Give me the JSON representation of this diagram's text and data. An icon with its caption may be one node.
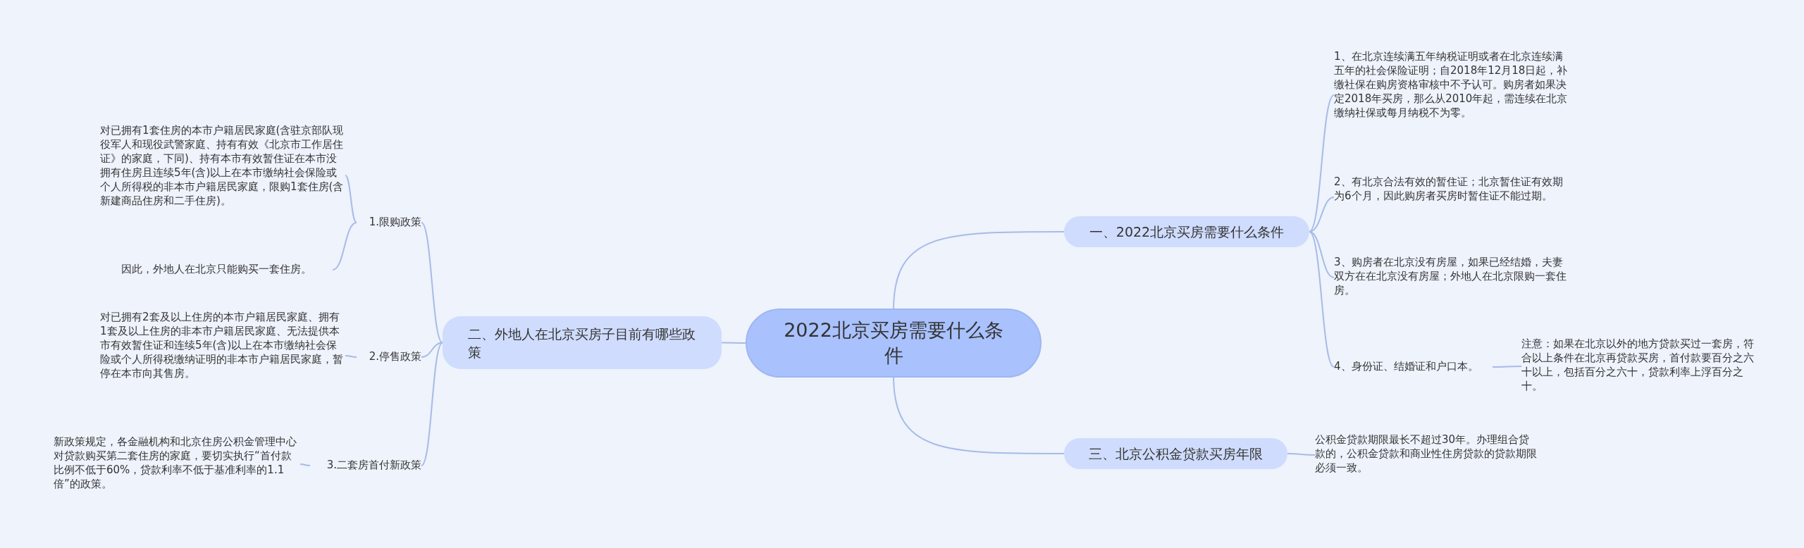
{
  "diagram": {
    "nodes": [
      {
        "text": [
          "2022北京买房需要什么条件"
        ]
      },
      {
        "text": [
          "一、2022北京买房需要什么条件"
        ]
      },
      {
        "text": [
          "1、在北京连续满五年纳税证明或者在北京连续满五年的社会保险证明；自2018年12月18日起，补缴社保在购房资格审核中不予认可。购房者如果决定2018年买房，那么从2010年起，需连续在北京缴纳社保或每月纳税不为零。"
        ]
      },
      {
        "text": [
          "2、有北京合法有效的暂住证；北京暂住证有效期为6个月，因此购房者买房时暂住证不能过期。"
        ]
      },
      {
        "text": [
          "3、购房者在北京没有房屋，如果已经结婚，夫妻双方在在北京没有房屋；外地人在北京限购一套住房。"
        ]
      },
      {
        "text": [
          "4、身份证、结婚证和户口本。"
        ]
      },
      {
        "text": [
          "注意：如果在北京以外的地方贷款买过一套房，符合以上条件在北京再贷款买房，首付款要百分之六十以上，包括百分之六十，贷款利率上浮百分之十。"
        ]
      },
      {
        "text": [
          "二、外地人在北京买房子目前有哪些政策"
        ]
      },
      {
        "text": [
          "1.限购政策"
        ]
      },
      {
        "text": [
          "对已拥有1套住房的本市户籍居民家庭(含驻京部队现役军人和现役武警家庭、持有有效《北京市工作居住证》的家庭，下同)、持有本市有效暂住证在本市没拥有住房且连续5年(含)以上在本市缴纳社会保险或个人所得税的非本市户籍居民家庭，限购1套住房(含新建商品住房和二手住房)。"
        ]
      },
      {
        "text": [
          "因此，外地人在北京只能购买一套住房。"
        ]
      },
      {
        "text": [
          "2.停售政策"
        ]
      },
      {
        "text": [
          "对已拥有2套及以上住房的本市户籍居民家庭、拥有1套及以上住房的非本市户籍居民家庭、无法提供本市有效暂住证和连续5年(含)以上在本市缴纳社会保险或个人所得税缴纳证明的非本市户籍居民家庭，暂停在本市向其售房。"
        ]
      },
      {
        "text": [
          "3.二套房首付新政策"
        ]
      },
      {
        "text": [
          "新政策规定，各金融机构和北京住房公积金管理中心对贷款购买第二套住房的家庭，要切实执行“首付款比例不低于60%，贷款利率不低于基准利率的1.1倍”的政策。"
        ]
      },
      {
        "text": [
          "三、北京公积金贷款买房年限"
        ]
      },
      {
        "text": [
          "公积金贷款期限最长不超过30年。办理组合贷款的，公积金贷款和商业性住房贷款的贷款期限必须一致。"
        ]
      }
    ],
    "edges": [
      {
        "from": 0,
        "to": 1,
        "arrow": "none"
      },
      {
        "from": 1,
        "to": 2,
        "arrow": "none"
      },
      {
        "from": 1,
        "to": 3,
        "arrow": "none"
      },
      {
        "from": 1,
        "to": 4,
        "arrow": "none"
      },
      {
        "from": 1,
        "to": 5,
        "arrow": "none"
      },
      {
        "from": 5,
        "to": 6,
        "arrow": "none"
      },
      {
        "from": 0,
        "to": 7,
        "arrow": "none"
      },
      {
        "from": 7,
        "to": 8,
        "arrow": "none"
      },
      {
        "from": 8,
        "to": 9,
        "arrow": "none"
      },
      {
        "from": 8,
        "to": 10,
        "arrow": "none"
      },
      {
        "from": 7,
        "to": 11,
        "arrow": "none"
      },
      {
        "from": 11,
        "to": 12,
        "arrow": "none"
      },
      {
        "from": 7,
        "to": 13,
        "arrow": "none"
      },
      {
        "from": 13,
        "to": 14,
        "arrow": "none"
      },
      {
        "from": 0,
        "to": 15,
        "arrow": "none"
      },
      {
        "from": 15,
        "to": 16,
        "arrow": "none"
      }
    ]
  }
}
